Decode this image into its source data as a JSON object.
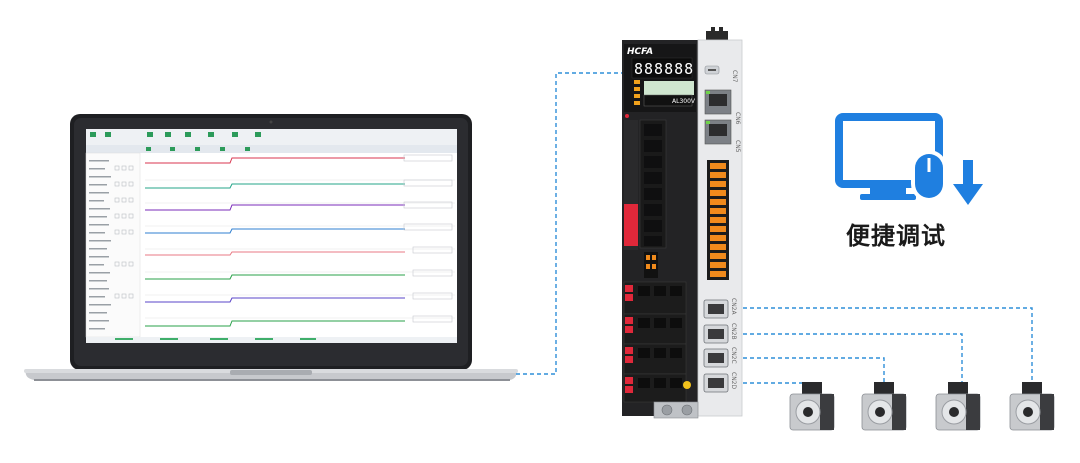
{
  "caption": "便捷调试",
  "drive": {
    "brand": "HCFA",
    "display": "888888",
    "model_label": "AL300V",
    "ports": [
      "CN7",
      "CN6",
      "CN5"
    ],
    "axis_ports": [
      "CN2A",
      "CN2B",
      "CN2C",
      "CN2D"
    ]
  },
  "motors": {
    "count": 4
  },
  "colors": {
    "accent": "#1f7fe0",
    "link_line": "#2f8fd8",
    "laptop_body": "#c9cbcf",
    "drive_body": "#e9eaec",
    "terminal_black": "#1c1c1c",
    "terminal_orange": "#f08a1c",
    "terminal_red": "#e0283a"
  },
  "icons": [
    "monitor-mouse-download-icon"
  ]
}
